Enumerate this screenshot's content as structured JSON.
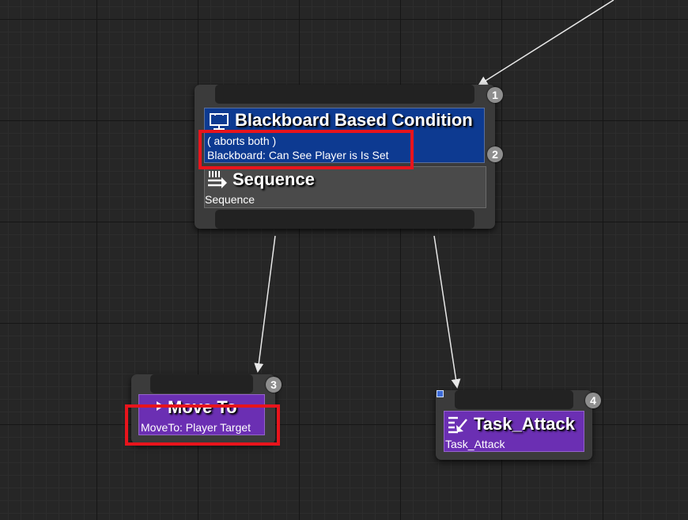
{
  "nodes": {
    "root": {
      "badge": "1",
      "decorator": {
        "title": "Blackboard Based Condition",
        "line1": "( aborts both )",
        "line2": "Blackboard: Can See Player is Is Set",
        "badge": "2"
      },
      "composite": {
        "title": "Sequence",
        "subtitle": "Sequence"
      }
    },
    "move_to": {
      "badge": "3",
      "title": "Move To",
      "subtitle": "MoveTo: Player Target"
    },
    "task_attack": {
      "badge": "4",
      "title": "Task_Attack",
      "subtitle": "Task_Attack"
    }
  },
  "colors": {
    "decorator": "#0d3a91",
    "composite": "#4a4a4a",
    "task": "#6b2fb3",
    "highlight": "#e8141c"
  },
  "icons": {
    "decorator": "monitor-icon",
    "composite": "sequence-icon",
    "move_to": "arrow-right-icon",
    "task_attack": "task-icon",
    "breakpoint": "breakpoint-icon"
  }
}
